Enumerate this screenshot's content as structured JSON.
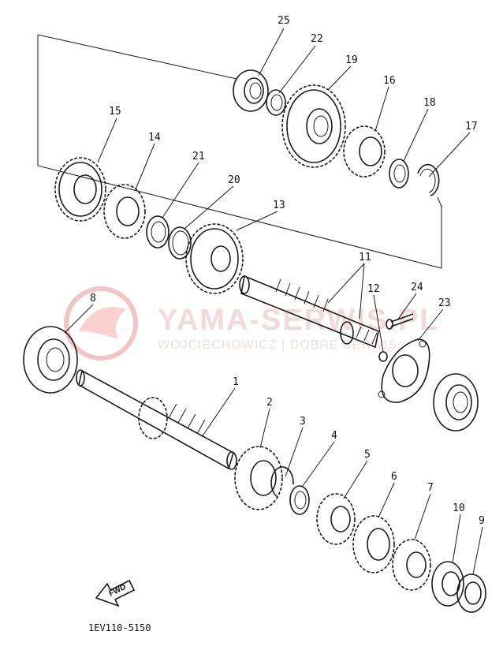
{
  "watermark": {
    "brand": "YAMA-SERWIS.PL",
    "sub": "WOJCIECHOWICZ | DOBRE SERWIS"
  },
  "direction_label": "FWD",
  "diagram_code": "1EV110-5150",
  "callouts": {
    "c1": "1",
    "c2": "2",
    "c3": "3",
    "c4": "4",
    "c5": "5",
    "c6": "6",
    "c7": "7",
    "c8": "8",
    "c9": "9",
    "c10": "10",
    "c11": "11",
    "c12": "12",
    "c13": "13",
    "c14": "14",
    "c15": "15",
    "c16": "16",
    "c17": "17",
    "c18": "18",
    "c19": "19",
    "c20": "20",
    "c21": "21",
    "c22": "22",
    "c23": "23",
    "c24": "24",
    "c25": "25"
  }
}
